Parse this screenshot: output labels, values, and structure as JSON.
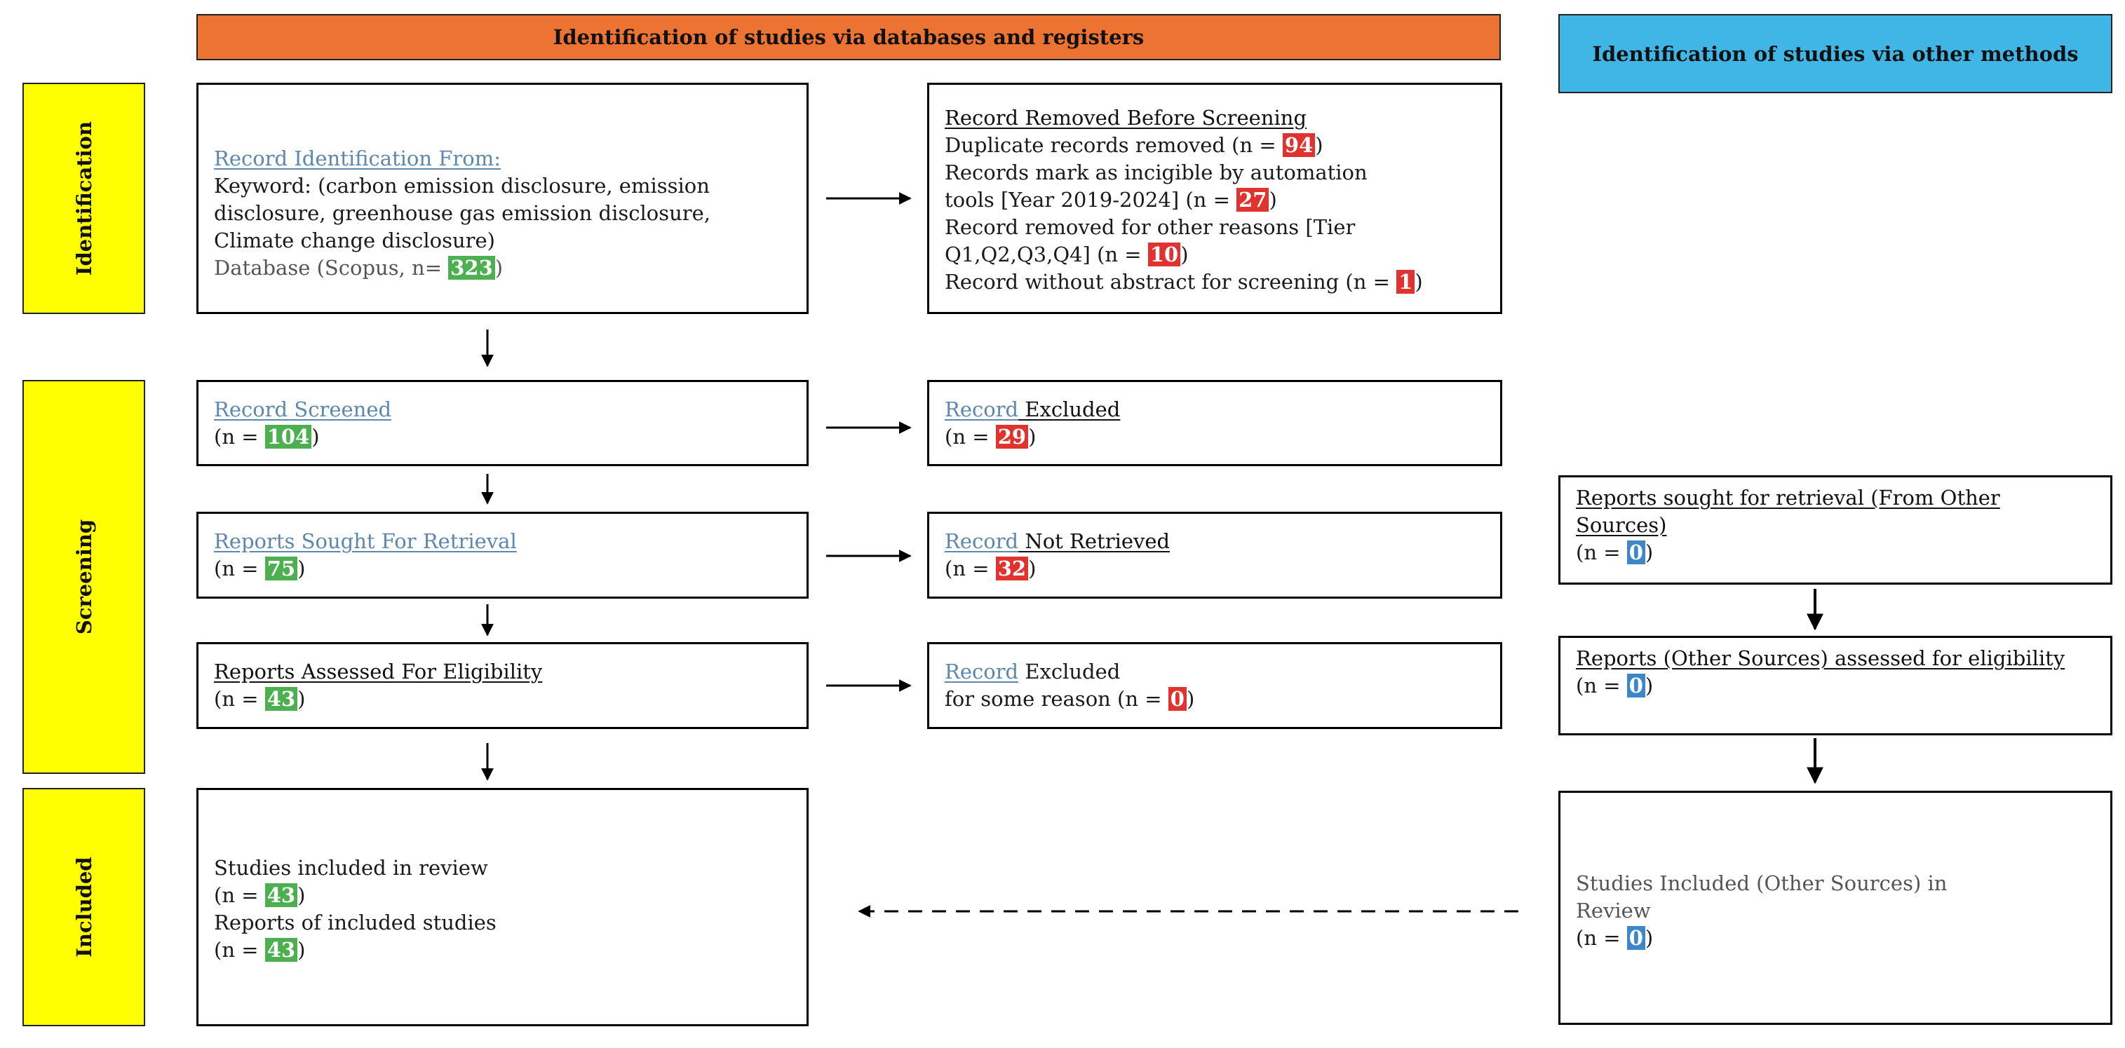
{
  "headers": {
    "databases": "Identification of studies via databases and registers",
    "other": "Identification of studies via other methods"
  },
  "stages": {
    "identification": "Identification",
    "screening": "Screening",
    "included": "Included"
  },
  "identification_box": {
    "title": "Record Identification From:",
    "line1": "Keyword: (carbon emission disclosure, emission",
    "line2": "disclosure, greenhouse gas emission disclosure,",
    "line3": "Climate change disclosure)",
    "db_prefix": "Database (Scopus, n= ",
    "db_n": "323",
    "db_suffix": ")"
  },
  "removed_box": {
    "title": "Record Removed Before Screening",
    "dup_prefix": "Duplicate records removed (n = ",
    "dup_n": "94",
    "dup_suffix": ")",
    "auto_line1": "Records mark as incigible by automation",
    "auto_prefix": "tools [Year 2019-2024] (n = ",
    "auto_n": "27",
    "auto_suffix": ")",
    "other_line1": "Record removed for other reasons [Tier",
    "other_prefix": "Q1,Q2,Q3,Q4] (n = ",
    "other_n": "10",
    "other_suffix": ")",
    "noabs_prefix": "Record without abstract for screening (n = ",
    "noabs_n": "1",
    "noabs_suffix": ")"
  },
  "screened_box": {
    "title": "Record Screened",
    "prefix": "(n = ",
    "n": "104",
    "suffix": ")"
  },
  "excluded_box": {
    "title_a": "Record",
    "title_b": " Excluded",
    "prefix": "(n = ",
    "n": "29",
    "suffix": ")"
  },
  "sought_box": {
    "title": "Reports Sought For Retrieval",
    "prefix": "(n = ",
    "n": "75",
    "suffix": ")"
  },
  "not_retrieved_box": {
    "title_a": "Record",
    "title_b": " Not Retrieved",
    "prefix": "(n = ",
    "n": "32",
    "suffix": ")"
  },
  "assessed_box": {
    "title": "Reports Assessed For Eligibility",
    "prefix": "(n = ",
    "n": "43",
    "suffix": ")"
  },
  "excluded2_box": {
    "title_a": "Record",
    "title_b": " Excluded",
    "prefix": "for some reason (n = ",
    "n": "0",
    "suffix": ")"
  },
  "included_box": {
    "studies_label": "Studies included in review",
    "studies_prefix": "(n = ",
    "studies_n": "43",
    "studies_suffix": ")",
    "reports_label": "Reports of included studies",
    "reports_prefix": "(n = ",
    "reports_n": "43",
    "reports_suffix": ")"
  },
  "other_sought_box": {
    "title": "Reports sought for retrieval (From Other Sources)",
    "prefix": "(n = ",
    "n": "0",
    "suffix": ")"
  },
  "other_assessed_box": {
    "title": "Reports (Other Sources) assessed for eligibility",
    "prefix": "(n = ",
    "n": "0",
    "suffix": ")"
  },
  "other_included_box": {
    "title": "Studies Included (Other Sources) in Review",
    "prefix": "(n = ",
    "n": "0",
    "suffix": ")"
  },
  "colors": {
    "header_orange": "#ed7333",
    "header_blue": "#3fb6e6",
    "stage_yellow": "#ffff00",
    "count_green": "#4cb050",
    "count_red": "#e0322f",
    "count_blue": "#3d86c7"
  }
}
